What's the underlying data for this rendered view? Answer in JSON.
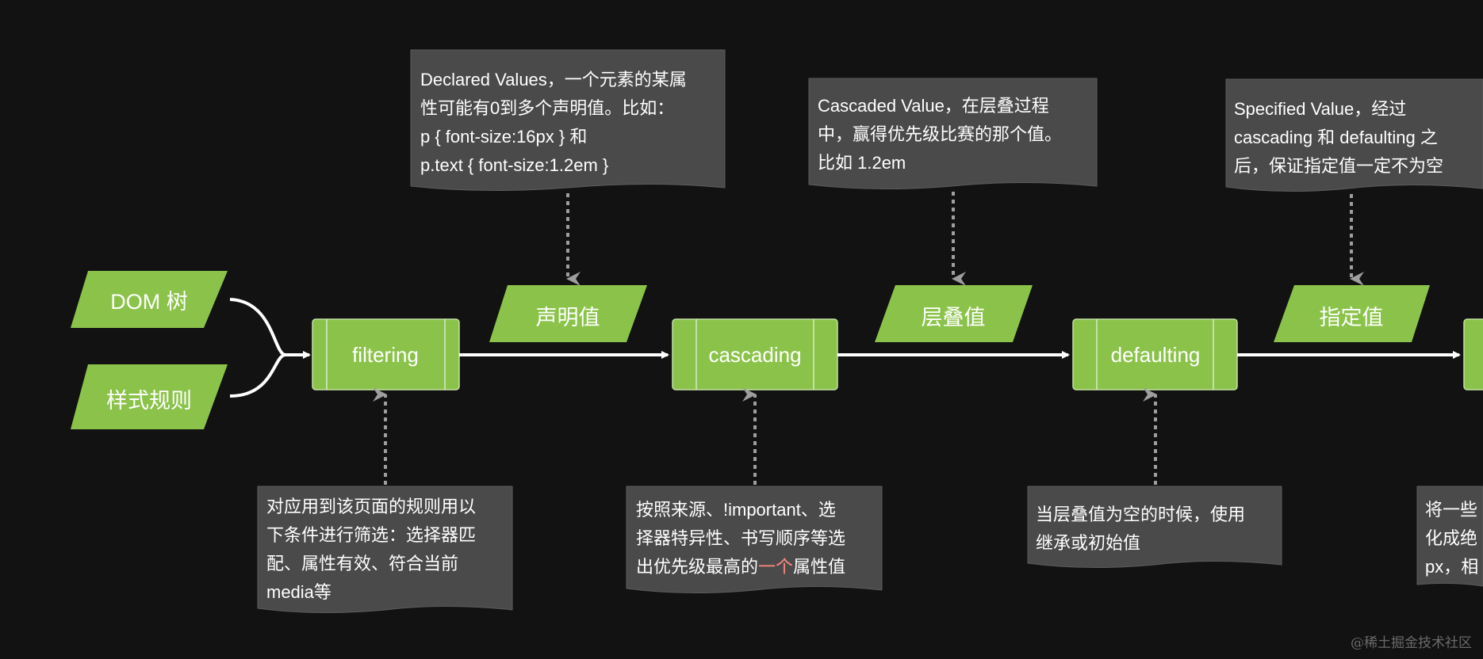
{
  "inputs": {
    "dom": "DOM 树",
    "rules": "样式规则"
  },
  "processes": {
    "filtering": "filtering",
    "cascading": "cascading",
    "defaulting": "defaulting"
  },
  "values": {
    "declared": "声明值",
    "cascaded": "层叠值",
    "specified": "指定值"
  },
  "notes": {
    "declared": [
      "Declared Values，一个元素的某属",
      "性可能有0到多个声明值。比如：",
      "p { font-size:16px } 和",
      "p.text { font-size:1.2em }"
    ],
    "cascaded": [
      "Cascaded Value，在层叠过程",
      "中，赢得优先级比赛的那个值。",
      "比如 1.2em"
    ],
    "specified": [
      "Specified Value，经过",
      "cascading 和 defaulting 之",
      "后，保证指定值一定不为空"
    ],
    "filtering": [
      "对应用到该页面的规则用以",
      "下条件进行筛选：选择器匹",
      "配、属性有效、符合当前",
      "media等"
    ],
    "cascading": {
      "line1": "按照来源、!important、选",
      "line2": "择器特异性、书写顺序等选",
      "line3_pre": "出优先级最高的",
      "line3_hl": "一个",
      "line3_post": "属性值"
    },
    "defaulting": [
      "当层叠值为空的时候，使用",
      "继承或初始值"
    ],
    "computed_partial": [
      "将一些",
      "化成绝",
      "px，相"
    ]
  },
  "watermark": "@稀土掘金技术社区",
  "colors": {
    "background": "#121212",
    "green": "#8bc34a",
    "note": "#4a4a4a",
    "highlight": "#ff8a80"
  }
}
